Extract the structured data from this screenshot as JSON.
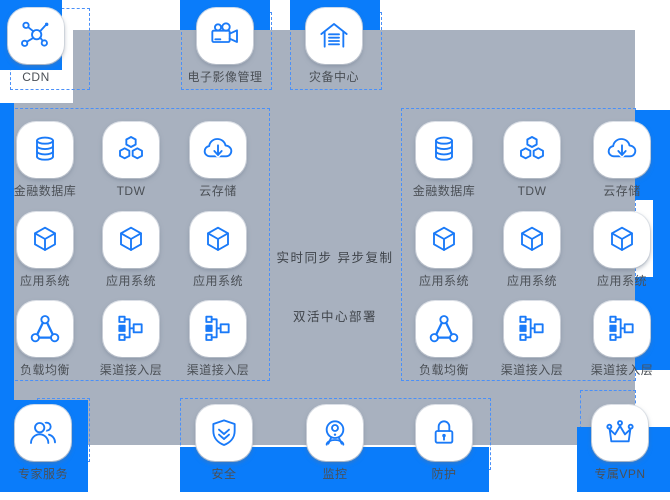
{
  "colors": {
    "background": "#ffffff",
    "panel_gray": "#a8b1bf",
    "accent_blue": "#0a7cfa",
    "icon_blue": "#1a7af8",
    "dash_blue": "#4a90f8",
    "label_text": "#4b5056",
    "center_text": "#3f444a"
  },
  "top": {
    "items": [
      {
        "icon": "cdn-network-icon",
        "label": "CDN"
      },
      {
        "icon": "video-camera-icon",
        "label": "电子影像管理"
      },
      {
        "icon": "disaster-recovery-house-icon",
        "label": "灾备中心"
      }
    ]
  },
  "left_datacenter": {
    "items": [
      {
        "icon": "database-icon",
        "label": "金融数据库"
      },
      {
        "icon": "tdw-hexagons-icon",
        "label": "TDW"
      },
      {
        "icon": "cloud-storage-download-icon",
        "label": "云存储"
      },
      {
        "icon": "app-system-cube-icon",
        "label": "应用系统"
      },
      {
        "icon": "app-system-cube-icon",
        "label": "应用系统"
      },
      {
        "icon": "app-system-cube-icon",
        "label": "应用系统"
      },
      {
        "icon": "load-balancer-icon",
        "label": "负载均衡"
      },
      {
        "icon": "channel-access-icon",
        "label": "渠道接入层"
      },
      {
        "icon": "channel-access-icon",
        "label": "渠道接入层"
      }
    ]
  },
  "right_datacenter": {
    "items": [
      {
        "icon": "database-icon",
        "label": "金融数据库"
      },
      {
        "icon": "tdw-hexagons-icon",
        "label": "TDW"
      },
      {
        "icon": "cloud-storage-download-icon",
        "label": "云存储"
      },
      {
        "icon": "app-system-cube-icon",
        "label": "应用系统"
      },
      {
        "icon": "app-system-cube-icon",
        "label": "应用系统"
      },
      {
        "icon": "app-system-cube-icon",
        "label": "应用系统"
      },
      {
        "icon": "load-balancer-icon",
        "label": "负载均衡"
      },
      {
        "icon": "channel-access-icon",
        "label": "渠道接入层"
      },
      {
        "icon": "channel-access-icon",
        "label": "渠道接入层"
      }
    ]
  },
  "center": {
    "sync_label": "实时同步  异步复制",
    "deploy_label": "双活中心部署"
  },
  "bottom": {
    "items": [
      {
        "icon": "users-icon",
        "label": "专家服务"
      },
      {
        "icon": "shield-icon",
        "label": "安全"
      },
      {
        "icon": "webcam-icon",
        "label": "监控"
      },
      {
        "icon": "lock-icon",
        "label": "防护"
      },
      {
        "icon": "crown-icon",
        "label": "专属VPN"
      }
    ]
  }
}
